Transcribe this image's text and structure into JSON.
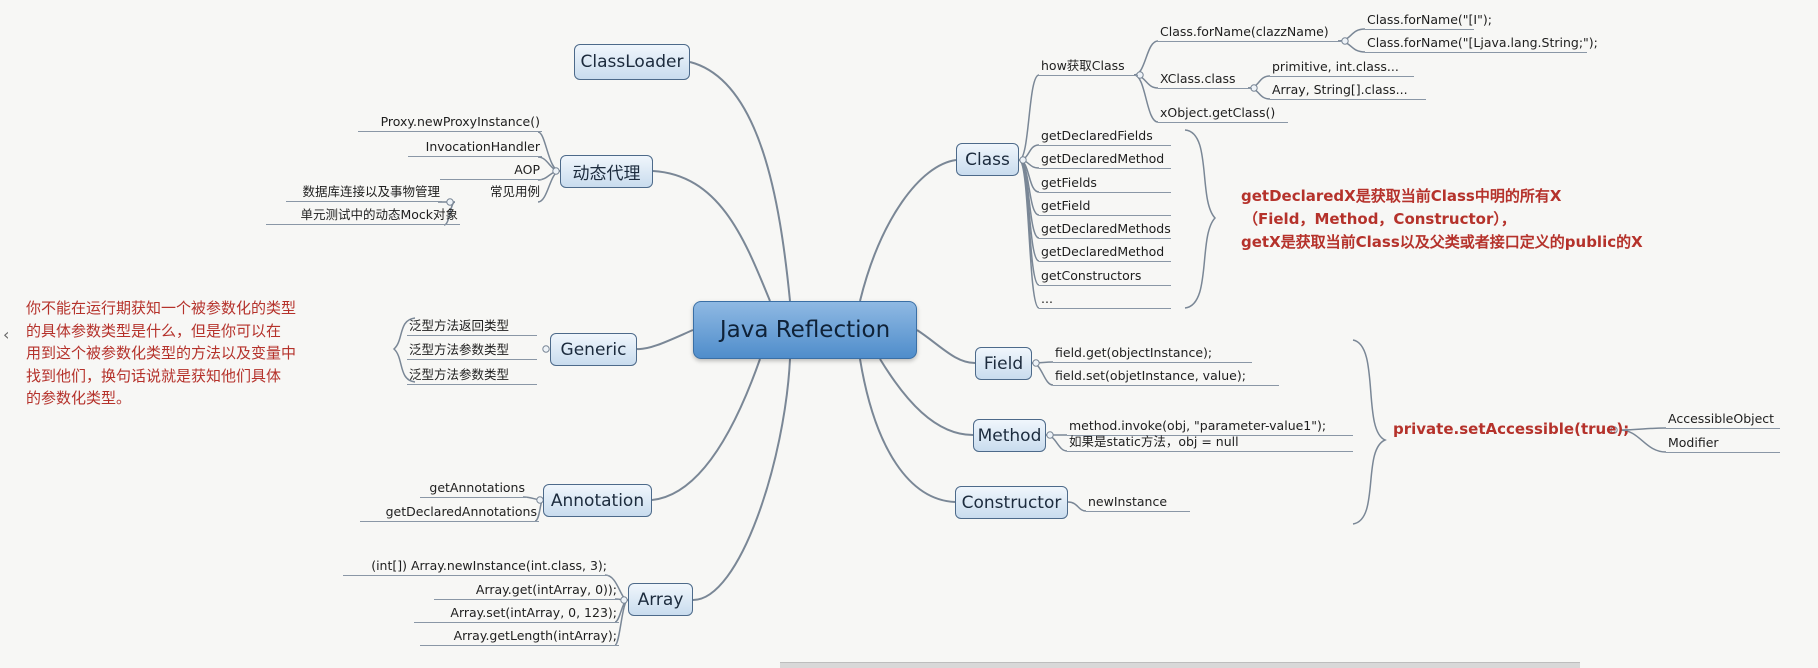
{
  "center": "Java Reflection",
  "branches": {
    "classloader": "ClassLoader",
    "dynamic_proxy": {
      "label": "动态代理",
      "items": [
        "Proxy.newProxyInstance()",
        "InvocationHandler",
        "AOP"
      ],
      "common_uses": {
        "label": "常见用例",
        "items": [
          "数据库连接以及事物管理",
          "单元测试中的动态Mock对象"
        ]
      }
    },
    "generic": {
      "label": "Generic",
      "items": [
        "泛型方法返回类型",
        "泛型方法参数类型",
        "泛型方法参数类型"
      ],
      "note_lines": [
        "你不能在运行期获知一个被参数化的类型",
        "的具体参数类型是什么，但是你可以在",
        "用到这个被参数化类型的方法以及变量中",
        "找到他们，换句话说就是获知他们具体",
        "的参数化类型。"
      ]
    },
    "annotation": {
      "label": "Annotation",
      "items": [
        "getAnnotations",
        "getDeclaredAnnotations"
      ]
    },
    "array": {
      "label": "Array",
      "items": [
        "(int[]) Array.newInstance(int.class, 3);",
        "Array.get(intArray, 0));",
        "Array.set(intArray, 0, 123);",
        "Array.getLength(intArray);"
      ]
    },
    "class": {
      "label": "Class",
      "how": {
        "label": "how获取Class",
        "for_name": {
          "label": "Class.forName(clazzName)",
          "items": [
            "Class.forName(\"[I\");",
            "Class.forName(\"[Ljava.lang.String;\");"
          ]
        },
        "xclass": {
          "label": "XClass.class",
          "items": [
            "primitive, int.class...",
            "Array, String[].class..."
          ]
        },
        "xobject": "xObject.getClass()"
      },
      "methods": [
        "getDeclaredFields",
        "getDeclaredMethod",
        "getFields",
        "getField",
        "getDeclaredMethods",
        "getDeclaredMethod",
        "getConstructors",
        "..."
      ],
      "note_lines": [
        "getDeclaredX是获取当前Class中明的所有X",
        "（Field，Method，Constructor），",
        "getX是获取当前Class以及父类或者接口定义的public的X"
      ]
    },
    "field": {
      "label": "Field",
      "items": [
        "field.get(objectInstance);",
        "field.set(objetInstance, value);"
      ]
    },
    "method": {
      "label": "Method",
      "items": [
        "method.invoke(obj, \"parameter-value1\");",
        "如果是static方法，obj = null"
      ]
    },
    "constructor": {
      "label": "Constructor",
      "items": [
        "newInstance"
      ]
    },
    "accessible": {
      "label": "private.setAccessible(true);",
      "items": [
        "AccessibleObject",
        "Modifier"
      ]
    }
  },
  "colors": {
    "node_border": "#4d6a8a",
    "node_fill_top": "#f0f6fc",
    "node_fill_bottom": "#c9dcee",
    "center_fill_top": "#8fb9e3",
    "center_fill_bottom": "#4f8dcb",
    "link": "#7a8796",
    "note_red": "#b5322b",
    "background": "#f7f7f5"
  }
}
